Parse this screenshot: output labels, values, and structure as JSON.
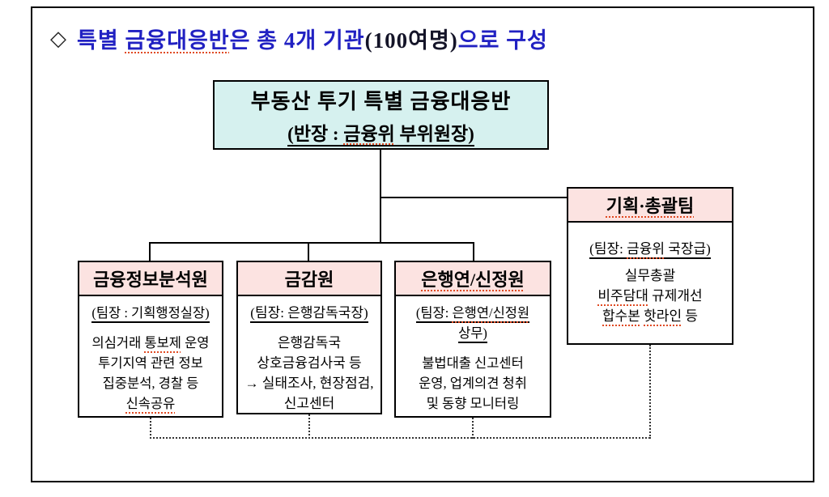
{
  "title": {
    "diamond": "◇",
    "segments": [
      {
        "text": "특별 ",
        "style": "blue"
      },
      {
        "text": "금융대응반",
        "style": "blue sq"
      },
      {
        "text": "은 총 ",
        "style": "blue"
      },
      {
        "text": "4개 기관",
        "style": "blue"
      },
      {
        "text": "(100여명)",
        "style": "dark"
      },
      {
        "text": "으로 구성",
        "style": "blue"
      }
    ]
  },
  "top_box": {
    "line1": "부동산 투기 특별 금융대응반",
    "line2_segments": [
      {
        "text": "(반장 : "
      },
      {
        "text": "금융위",
        "style": "sq"
      },
      {
        "text": " 부위원장)"
      }
    ]
  },
  "org_boxes": [
    {
      "name": "금융정보분석원",
      "header_segments": [
        {
          "text": "금융정보분석원"
        }
      ],
      "lines": [
        {
          "ul": true,
          "gap": true,
          "segments": [
            {
              "text": "(팀장 : 기획행정실장)"
            }
          ]
        },
        {
          "segments": [
            {
              "text": "의심거래 "
            },
            {
              "text": "통보제",
              "style": "sq"
            },
            {
              "text": " 운영"
            }
          ]
        },
        {
          "segments": [
            {
              "text": "투기지역 관련 정보"
            }
          ]
        },
        {
          "segments": [
            {
              "text": "집중분석, 경찰 등"
            }
          ]
        },
        {
          "segments": [
            {
              "text": "신속공유",
              "style": "sq"
            }
          ]
        }
      ]
    },
    {
      "name": "금감원",
      "header_segments": [
        {
          "text": "금감원"
        }
      ],
      "lines": [
        {
          "ul": true,
          "gap": true,
          "segments": [
            {
              "text": "(팀장: 은행감독국장)"
            }
          ]
        },
        {
          "segments": [
            {
              "text": "은행감독국"
            }
          ]
        },
        {
          "segments": [
            {
              "text": "상호금융검사국 등"
            }
          ]
        },
        {
          "segments": [
            {
              "text": "→ 실태조사, 현장점검,"
            }
          ]
        },
        {
          "segments": [
            {
              "text": "신고센터"
            }
          ]
        }
      ]
    },
    {
      "name": "은행연/신정원",
      "header_segments": [
        {
          "text": "은행연/신정원",
          "style": "sq"
        }
      ],
      "lines": [
        {
          "ul": true,
          "segments": [
            {
              "text": "(팀장: "
            },
            {
              "text": "은행연/신정원",
              "style": "sq"
            }
          ]
        },
        {
          "ul": true,
          "gap": true,
          "segments": [
            {
              "text": "상무)"
            }
          ]
        },
        {
          "segments": [
            {
              "text": "불법대출 신고센터"
            }
          ]
        },
        {
          "segments": [
            {
              "text": "운영, 업계의견 청취"
            }
          ]
        },
        {
          "segments": [
            {
              "text": "및 동향 모니터링"
            }
          ]
        }
      ]
    },
    {
      "name": "기획·총괄팀",
      "header_segments": [
        {
          "text": "기획·총괄팀",
          "style": "sq"
        }
      ],
      "lines": [
        {
          "ul": true,
          "gap": true,
          "segments": [
            {
              "text": "(팀장: "
            },
            {
              "text": "금융위",
              "style": "sq"
            },
            {
              "text": " 국장급)"
            }
          ]
        },
        {
          "segments": [
            {
              "text": "실무총괄"
            }
          ]
        },
        {
          "segments": [
            {
              "text": "비주담대",
              "style": "sq"
            },
            {
              "text": " 규제개선"
            }
          ]
        },
        {
          "segments": [
            {
              "text": "합수본",
              "style": "sq"
            },
            {
              "text": " "
            },
            {
              "text": "핫라인",
              "style": "sq"
            },
            {
              "text": " 등"
            }
          ]
        }
      ]
    }
  ]
}
